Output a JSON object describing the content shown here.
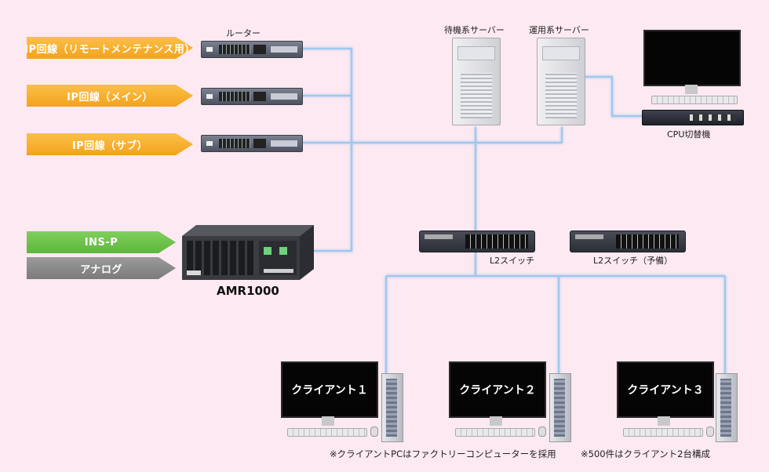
{
  "lines": {
    "ip_maintenance": "IP回線（リモートメンテナンス用）",
    "ip_main": "IP回線（メイン）",
    "ip_sub": "IP回線（サブ）",
    "ins_p": "INS-P",
    "analog": "アナログ"
  },
  "devices": {
    "router": "ルーター",
    "standby_server": "待機系サーバー",
    "active_server": "運用系サーバー",
    "cpu_switch": "CPU切替機",
    "amr": "AMR1000",
    "l2_switch": "L2スイッチ",
    "l2_switch_spare": "L2スイッチ（予備）"
  },
  "clients": [
    "クライアント１",
    "クライアント２",
    "クライアント３"
  ],
  "notes": {
    "pc": "※クライアントPCはファクトリーコンピューターを採用",
    "count": "※500件はクライアント2台構成"
  },
  "colors": {
    "background": "#fce9f1",
    "orange": "#f3a21d",
    "green": "#5fb63c",
    "gray": "#7b7b7b",
    "wire": "#9ec8ee"
  }
}
